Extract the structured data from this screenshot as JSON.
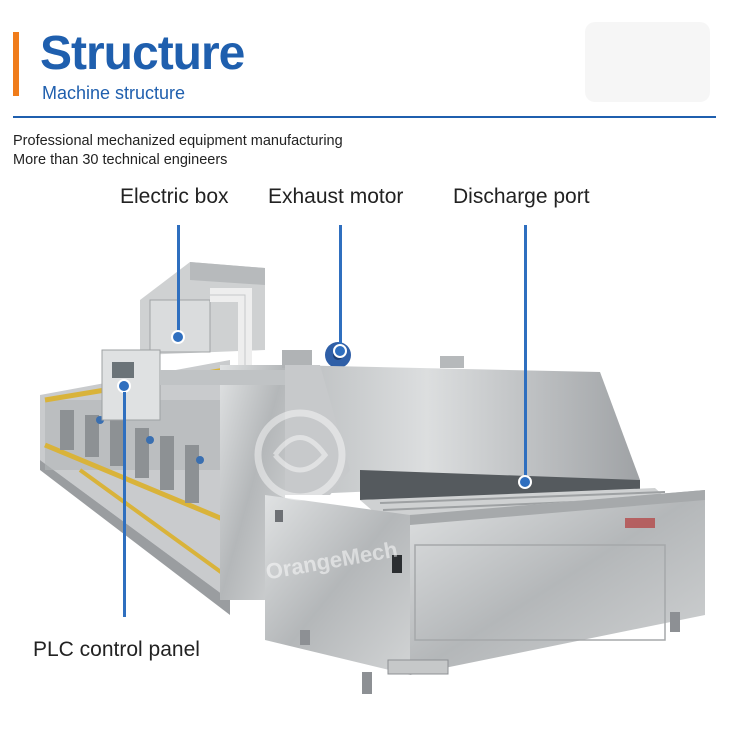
{
  "header": {
    "title": "Structure",
    "subtitle": "Machine structure",
    "taglines": [
      "Professional mechanized equipment manufacturing",
      "More than 30 technical engineers"
    ]
  },
  "callouts": {
    "electric_box": "Electric box",
    "exhaust_motor": "Exhaust motor",
    "discharge_port": "Discharge port",
    "plc_panel": "PLC control panel"
  },
  "watermark": "OrangeMech",
  "colors": {
    "accent": "#f07c1a",
    "primary": "#1f5fae",
    "steel": "#c4c6c8",
    "text": "#222222"
  }
}
